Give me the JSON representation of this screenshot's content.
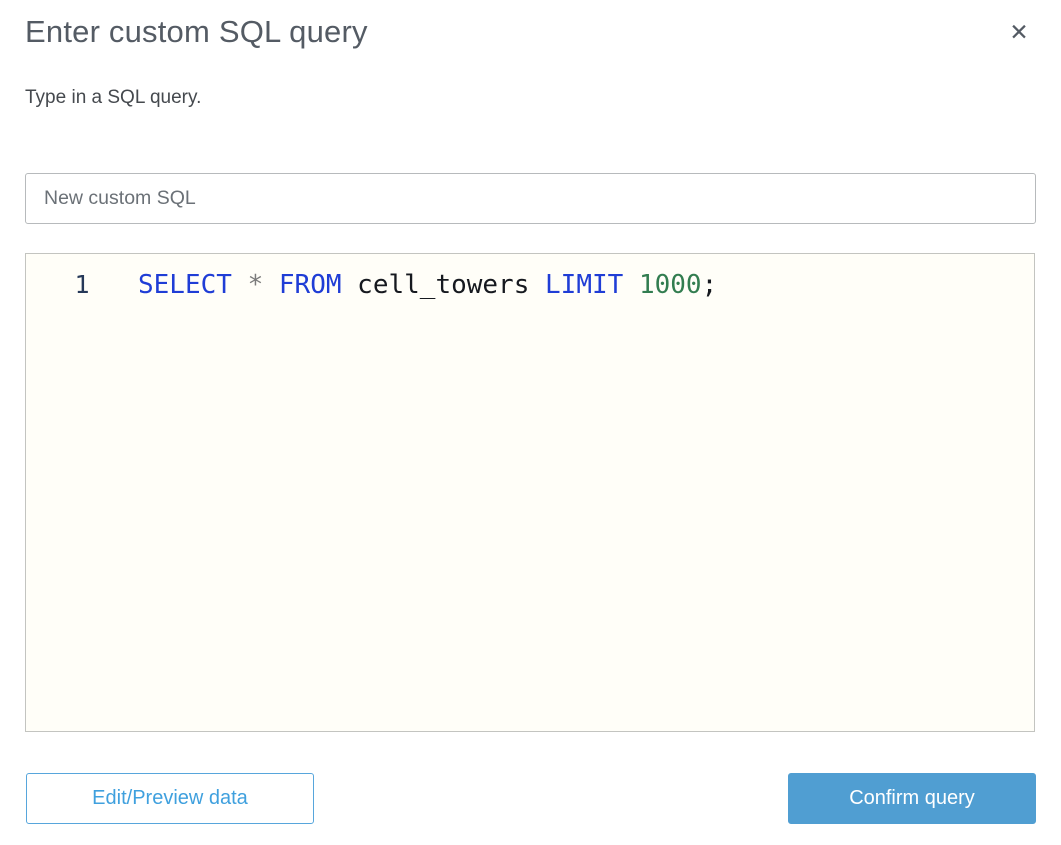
{
  "dialog": {
    "title": "Enter custom SQL query",
    "subtitle": "Type in a SQL query.",
    "close_icon_glyph": "✕"
  },
  "query_name_input": {
    "value": "New custom SQL"
  },
  "sql_editor": {
    "line_number": "1",
    "query": "SELECT * FROM cell_towers LIMIT 1000;",
    "tokens": [
      {
        "text": "SELECT",
        "type": "keyword"
      },
      {
        "text": " ",
        "type": "plain"
      },
      {
        "text": "*",
        "type": "operator"
      },
      {
        "text": " ",
        "type": "plain"
      },
      {
        "text": "FROM",
        "type": "keyword"
      },
      {
        "text": " ",
        "type": "plain"
      },
      {
        "text": "cell_towers",
        "type": "identifier"
      },
      {
        "text": " ",
        "type": "plain"
      },
      {
        "text": "LIMIT",
        "type": "keyword"
      },
      {
        "text": " ",
        "type": "plain"
      },
      {
        "text": "1000",
        "type": "number"
      },
      {
        "text": ";",
        "type": "plain"
      }
    ]
  },
  "footer": {
    "edit_preview_label": "Edit/Preview data",
    "confirm_label": "Confirm query"
  },
  "colors": {
    "keyword_blue": "#1f3dd6",
    "number_green": "#327d50",
    "operator_gray": "#7b7b7b",
    "identifier_black": "#16191f",
    "line_number_navy": "#253858",
    "editor_background": "#fffef8",
    "primary_button_blue": "#509ed2",
    "outline_button_blue": "#3fa0de",
    "title_gray": "#545b64"
  }
}
